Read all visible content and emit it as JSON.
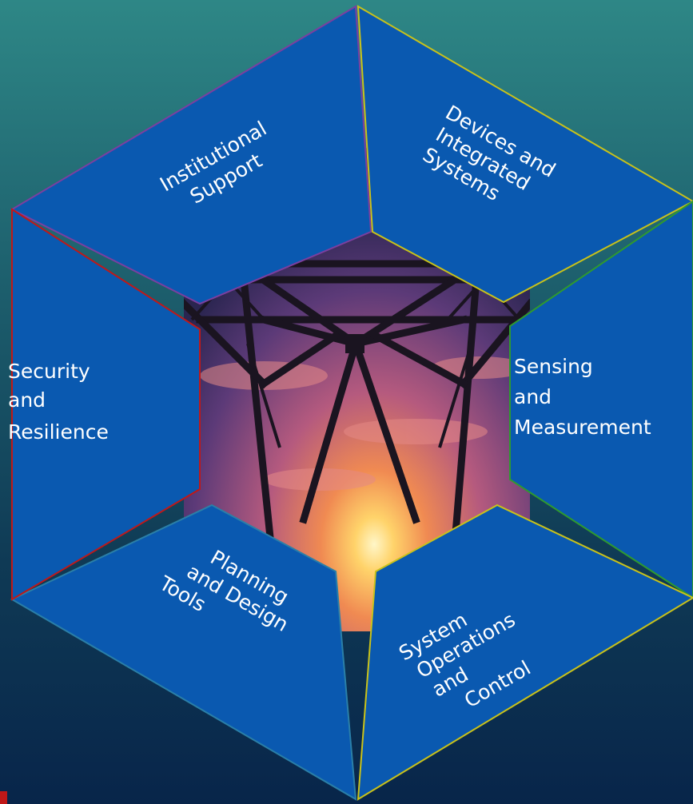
{
  "diagram": {
    "segments": [
      {
        "id": "institutional-support",
        "lines": [
          "Institutional",
          "Support"
        ],
        "outline_color": "#7b3fa0"
      },
      {
        "id": "devices-integrated-systems",
        "lines": [
          "Devices and",
          "Integrated",
          "Systems"
        ],
        "outline_color": "#c9c21a"
      },
      {
        "id": "sensing-measurement",
        "lines": [
          "Sensing",
          "and",
          "Measurement"
        ],
        "outline_color": "#2f9a2f"
      },
      {
        "id": "system-operations-control",
        "lines": [
          "System",
          "Operations",
          "and",
          "Control"
        ],
        "outline_color": "#c9c21a"
      },
      {
        "id": "planning-design-tools",
        "lines": [
          "Planning",
          "and Design",
          "Tools"
        ],
        "outline_color": "#2a7fa8"
      },
      {
        "id": "security-resilience",
        "lines": [
          "Security",
          "and",
          "Resilience"
        ],
        "outline_color": "#c01818"
      }
    ],
    "segment_fill": "#0a59b0",
    "center_image": "power-transmission-tower-sunset"
  }
}
